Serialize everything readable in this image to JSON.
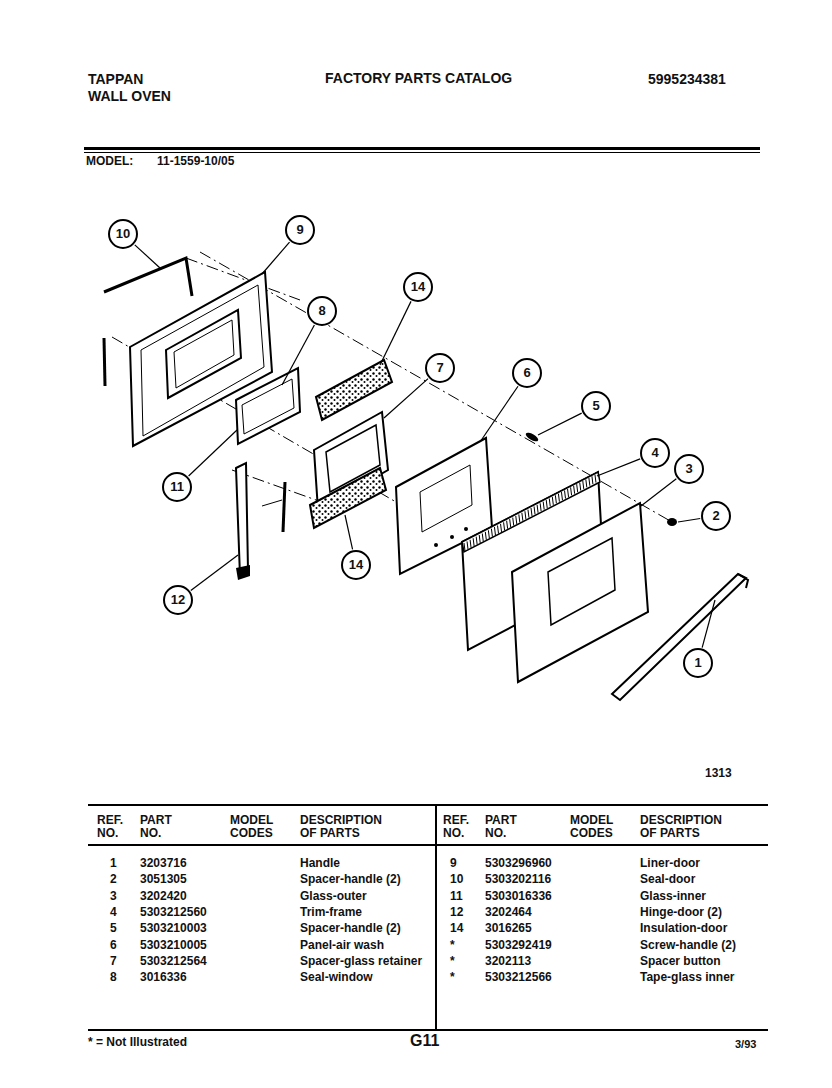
{
  "diagram": {
    "title": "FACTORY PARTS CATALOG",
    "nodes": [
      {
        "text": [
          "10"
        ]
      },
      {
        "text": [
          "9"
        ]
      },
      {
        "text": [
          "14"
        ]
      },
      {
        "text": [
          "8"
        ]
      },
      {
        "text": [
          "7"
        ]
      },
      {
        "text": [
          "6"
        ]
      },
      {
        "text": [
          "5"
        ]
      },
      {
        "text": [
          "4"
        ]
      },
      {
        "text": [
          "3"
        ]
      },
      {
        "text": [
          "2"
        ]
      },
      {
        "text": [
          "11"
        ]
      },
      {
        "text": [
          "14"
        ]
      },
      {
        "text": [
          "12"
        ]
      },
      {
        "text": [
          "1"
        ]
      }
    ],
    "labels": [
      "TAPPAN",
      "WALL OVEN",
      "5995234381",
      "MODEL:",
      "11-1559-10/05",
      "1313",
      "REF. NO.",
      "PART NO.",
      "MODEL CODES",
      "DESCRIPTION OF PARTS",
      "REF. NO.",
      "PART NO.",
      "MODEL CODES",
      "DESCRIPTION OF PARTS",
      "1",
      "3203716",
      "Handle",
      "2",
      "3051305",
      "Spacer-handle (2)",
      "3",
      "3202420",
      "Glass-outer",
      "4",
      "5303212560",
      "Trim-frame",
      "5",
      "5303210003",
      "Spacer-handle (2)",
      "6",
      "5303210005",
      "Panel-air wash",
      "7",
      "5303212564",
      "Spacer-glass retainer",
      "8",
      "3016336",
      "Seal-window",
      "9",
      "5303296960",
      "Liner-door",
      "10",
      "5303202116",
      "Seal-door",
      "11",
      "5303016336",
      "Glass-inner",
      "12",
      "3202464",
      "Hinge-door (2)",
      "14",
      "3016265",
      "Insulation-door",
      "*",
      "5303292419",
      "Screw-handle (2)",
      "*",
      "3202113",
      "Spacer button",
      "*",
      "5303212566",
      "Tape-glass inner",
      "* = Not Illustrated",
      "G11",
      "3/93"
    ]
  }
}
